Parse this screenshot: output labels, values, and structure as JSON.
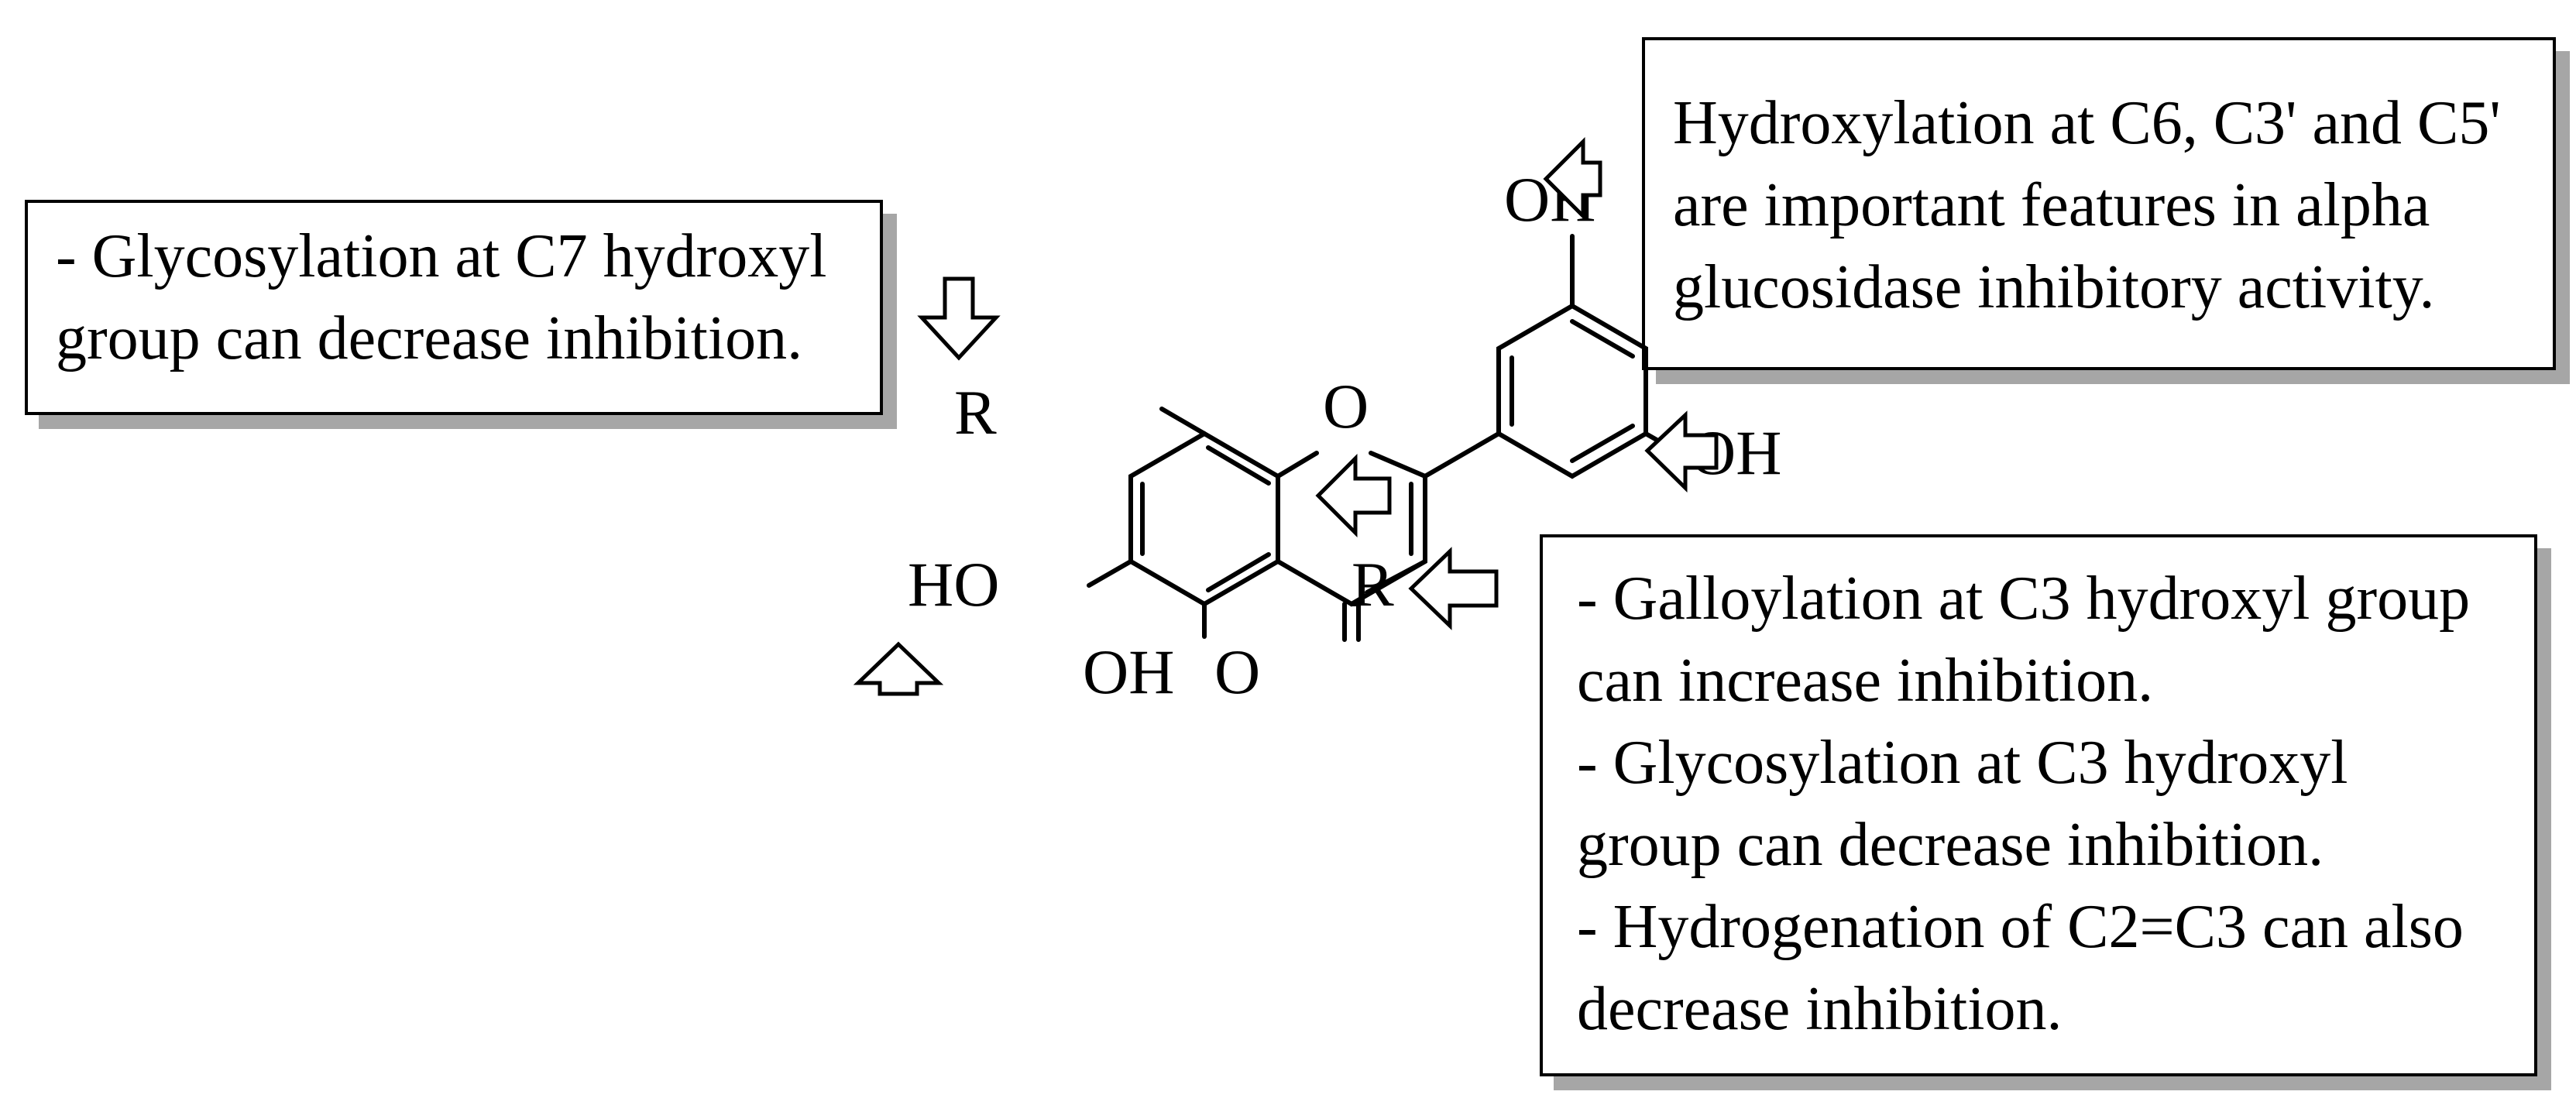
{
  "annotations": {
    "c7_note": [
      "- Glycosylation at C7 hydroxyl",
      "group can decrease inhibition."
    ],
    "b_ring_note": [
      "Hydroxylation at C6, C3' and C5'",
      "are important features in alpha",
      "glucosidase inhibitory activity."
    ],
    "c3_note": [
      "- Galloylation at C3 hydroxyl group",
      "can increase inhibition.",
      "- Glycosylation at C3 hydroxyl",
      "group can decrease inhibition.",
      "- Hydrogenation of C2=C3 can also",
      "decrease inhibition."
    ]
  },
  "structure_labels": {
    "oh_top": "OH",
    "oh_right": "OH",
    "ring_oxygen": "O",
    "r_c7": "R",
    "r_c3": "R",
    "ho_c6": "HO",
    "oh_c5": "OH",
    "carbonyl_o": "O"
  },
  "arrow_icon": "hollow-arrow-icon"
}
